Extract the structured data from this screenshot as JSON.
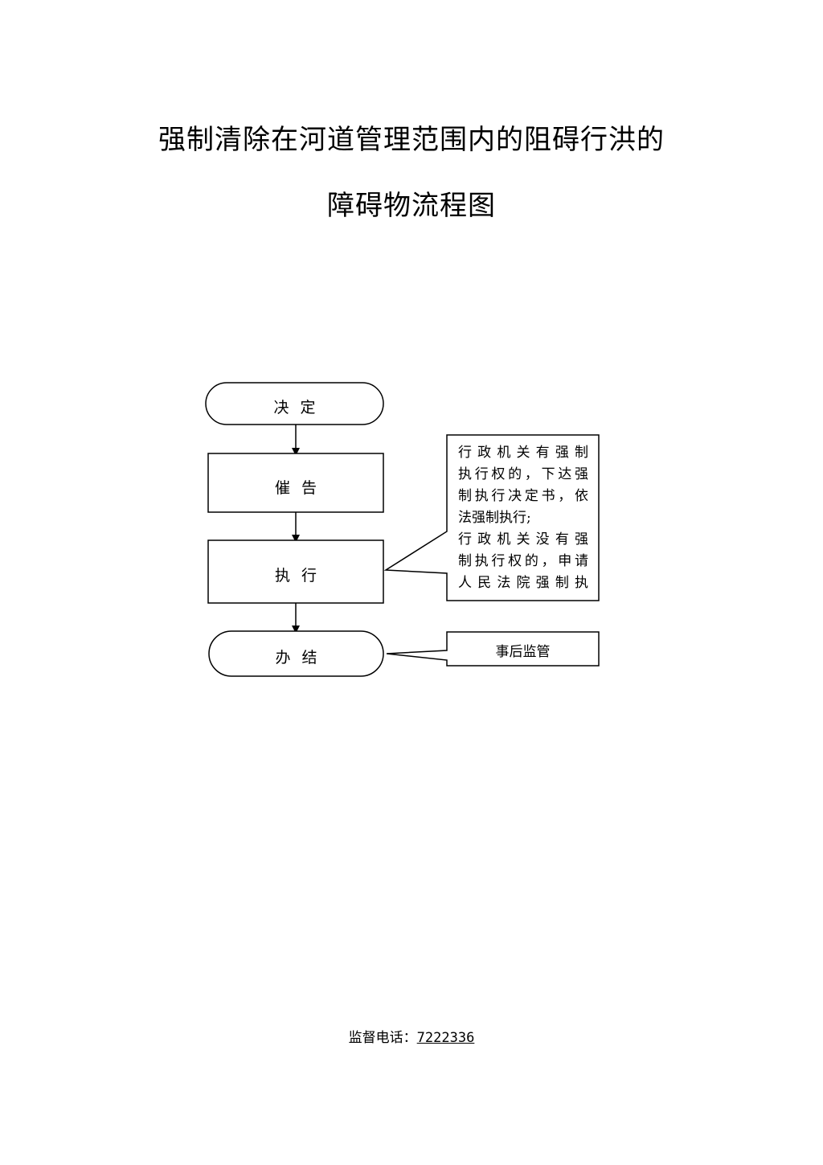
{
  "title": {
    "line1": "强制清除在河道管理范围内的阻碍行洪的",
    "line2": "障碍物流程图"
  },
  "flow": {
    "decision": "决定",
    "urge": "催告",
    "execute": "执行",
    "close": "办结"
  },
  "notes": {
    "execute_note_lines": [
      "行政机关有强制",
      "执行权的，下达强",
      "制执行决定书，依",
      "法强制执行;",
      "行政机关没有强",
      "制执行权的，申请",
      "人民法院强制执"
    ],
    "close_note": "事后监管"
  },
  "footer": {
    "label": "监督电话：",
    "phone": "7222336"
  }
}
